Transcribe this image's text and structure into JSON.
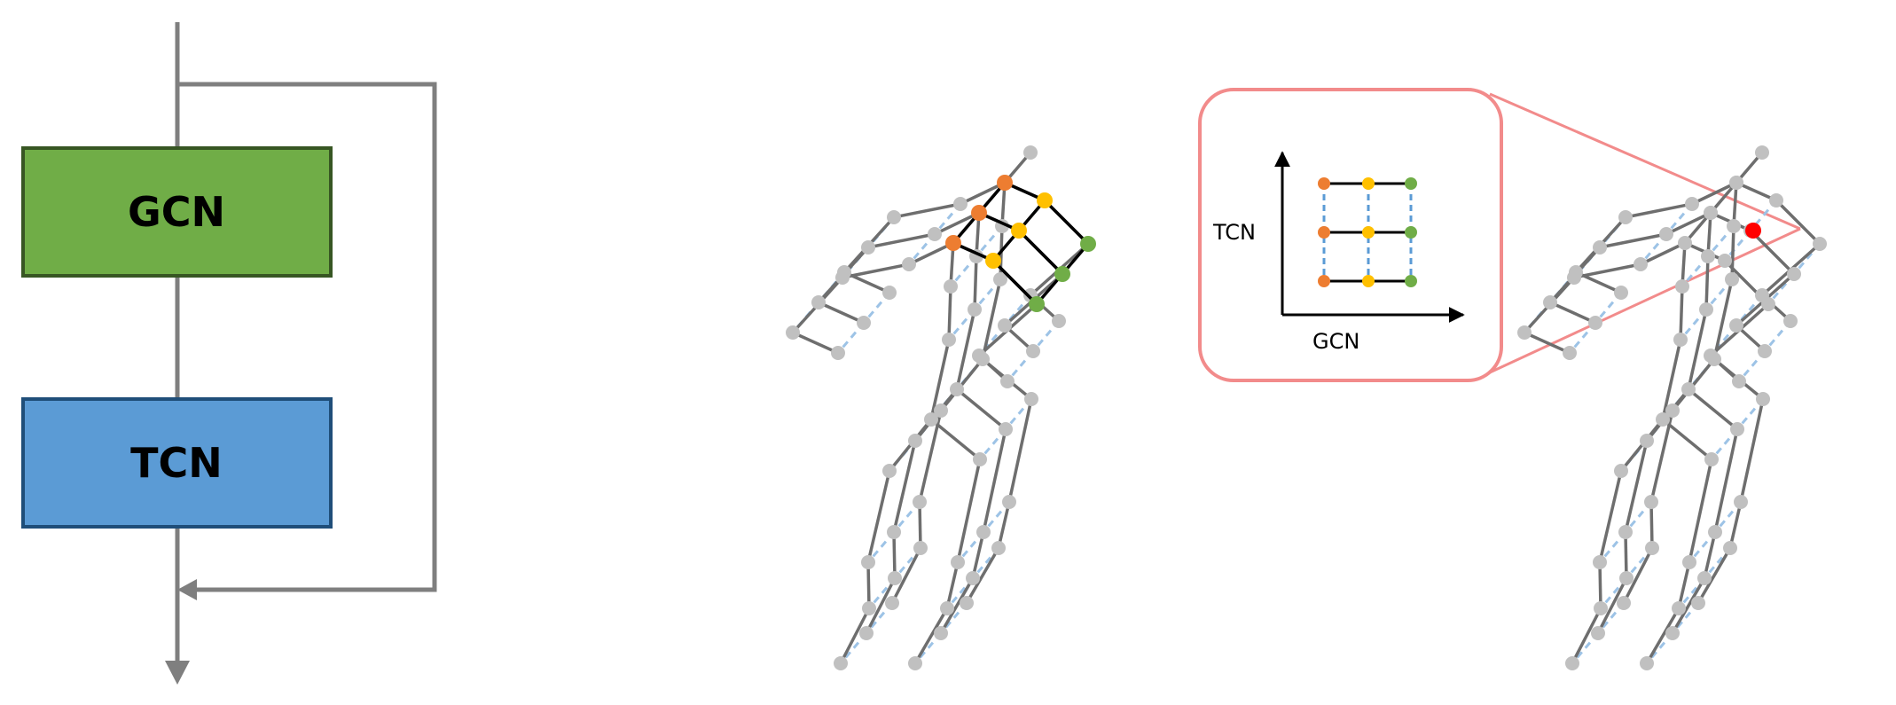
{
  "block_diagram": {
    "gcn_label": "GCN",
    "tcn_label": "TCN",
    "colors": {
      "gcn_fill": "#70ad47",
      "gcn_border": "#375623",
      "tcn_fill": "#5b9bd5",
      "tcn_border": "#1f4e79",
      "line": "#7f7f7f"
    }
  },
  "inset": {
    "y_axis_label": "TCN",
    "x_axis_label": "GCN",
    "colors": {
      "border": "#f28b8b",
      "dash": "#5b9bd5",
      "orange": "#ed7d31",
      "yellow": "#ffc000",
      "green": "#70ad47"
    }
  },
  "skeleton": {
    "colors": {
      "bone": "#6e6e6e",
      "joint": "#c0c0c0",
      "temporal_link": "#9dc3e6",
      "highlight_link": "#000000",
      "orange": "#ed7d31",
      "yellow": "#ffc000",
      "green": "#70ad47",
      "red": "#ff0000"
    }
  }
}
